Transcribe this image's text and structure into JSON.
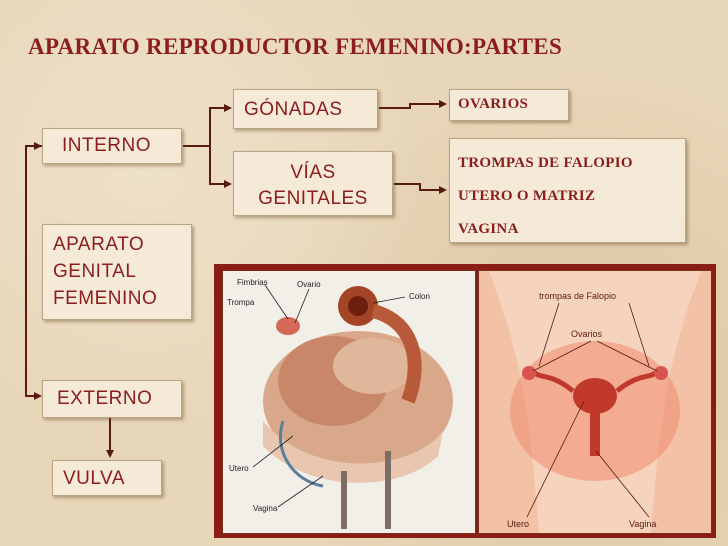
{
  "title": "APARATO REPRODUCTOR FEMENINO:PARTES",
  "nodes": {
    "interno": "INTERNO",
    "aparato": [
      "APARATO",
      "GENITAL",
      "FEMENINO"
    ],
    "externo": "EXTERNO",
    "vulva": "VULVA",
    "gonadas": "GÓNADAS",
    "vias": [
      "VÍAS",
      "GENITALES"
    ],
    "ovarios": "OVARIOS",
    "vias_parts": [
      "TROMPAS DE FALOPIO",
      "UTERO O MATRIZ",
      "VAGINA"
    ]
  },
  "left_image_labels": {
    "fimbrias": "Fimbrias",
    "ovario": "Ovario",
    "trompa": "Trompa",
    "colon": "Colon",
    "utero": "Utero",
    "vagina": "Vagina"
  },
  "right_image_labels": {
    "trompas": "trompas de Falopio",
    "ovarios": "Ovarios",
    "utero": "Utero",
    "vagina": "Vagina"
  },
  "colors": {
    "title": "#8b1d1d",
    "background": "#e8d6b8",
    "box": "#f4ead7",
    "photo_frame": "#8a1d14"
  }
}
